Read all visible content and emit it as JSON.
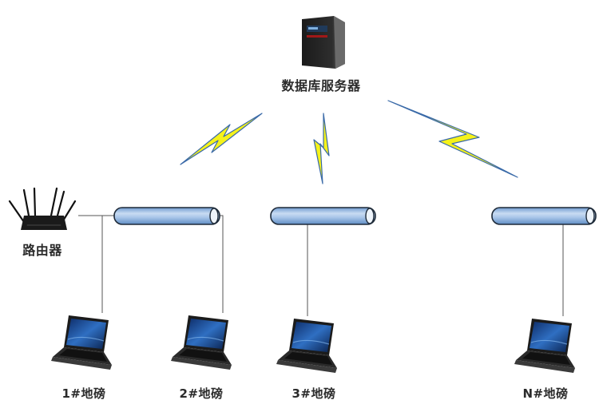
{
  "diagram": {
    "server": {
      "label": "数据库服务器",
      "icon": "server-tower-icon"
    },
    "router": {
      "label": "路由器",
      "icon": "wifi-router-icon"
    },
    "links": {
      "wireless": "lightning-bolt",
      "bus": "cable-tube"
    },
    "stations": [
      {
        "label": "1#地磅",
        "icon": "laptop-icon"
      },
      {
        "label": "2#地磅",
        "icon": "laptop-icon"
      },
      {
        "label": "3#地磅",
        "icon": "laptop-icon"
      },
      {
        "label": "N#地磅",
        "icon": "laptop-icon"
      }
    ],
    "colors": {
      "bolt_fill": "#f5f21a",
      "bolt_edge": "#3a6aa8",
      "tube_fill": "#9fc0e6",
      "tube_edge": "#1e2a38",
      "wire": "#555555",
      "label": "#2b2b2b"
    }
  }
}
